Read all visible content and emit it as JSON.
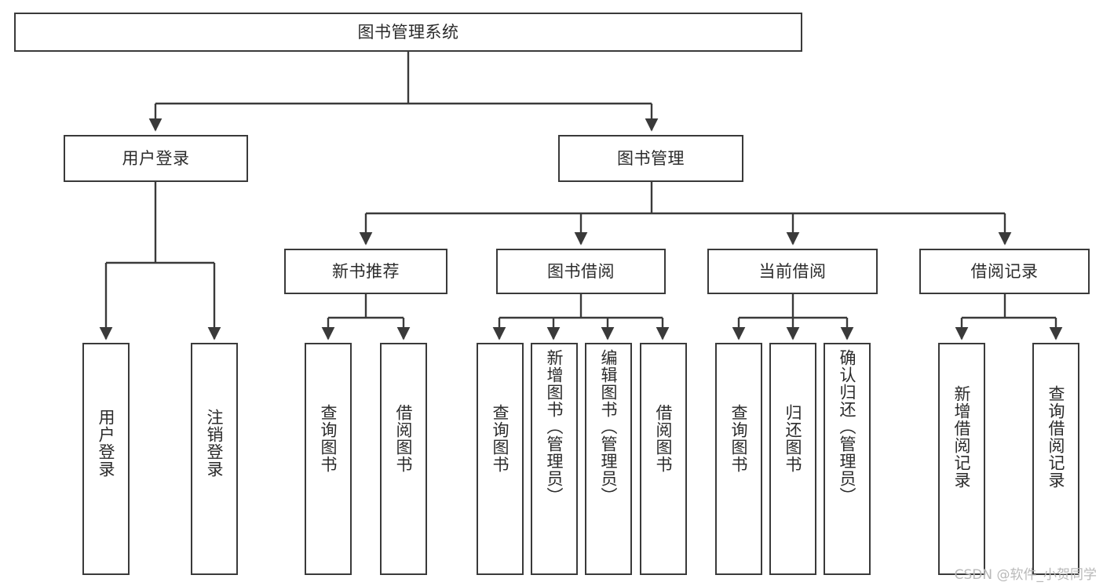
{
  "diagram": {
    "title": "图书管理系统",
    "type": "tree",
    "orientation": "top-down",
    "line_color": "#3a3a3a",
    "box_fill": "#ffffff",
    "text_color": "#2b2b2b"
  },
  "nodes": {
    "root": {
      "label": "图书管理系统",
      "level": 1
    },
    "level2": [
      {
        "id": "user-login",
        "label": "用户登录"
      },
      {
        "id": "book-manage",
        "label": "图书管理"
      }
    ],
    "level3": [
      {
        "id": "new-book-rec",
        "label": "新书推荐",
        "parent": "book-manage"
      },
      {
        "id": "book-borrow",
        "label": "图书借阅",
        "parent": "book-manage"
      },
      {
        "id": "current-borrow",
        "label": "当前借阅",
        "parent": "book-manage"
      },
      {
        "id": "borrow-record",
        "label": "借阅记录",
        "parent": "book-manage"
      }
    ],
    "leaves": {
      "user_login": [
        {
          "id": "leaf-user-login",
          "label": "用户登录"
        },
        {
          "id": "leaf-logout",
          "label": "注销登录"
        }
      ],
      "new_book_rec": [
        {
          "id": "leaf-query-book-1",
          "label": "查询图书"
        },
        {
          "id": "leaf-borrow-book-1",
          "label": "借阅图书"
        }
      ],
      "book_borrow": [
        {
          "id": "leaf-query-book-2",
          "label": "查询图书"
        },
        {
          "id": "leaf-add-book",
          "label": "新增图书（管理员）"
        },
        {
          "id": "leaf-edit-book",
          "label": "编辑图书（管理员）"
        },
        {
          "id": "leaf-borrow-book-2",
          "label": "借阅图书"
        }
      ],
      "current_borrow": [
        {
          "id": "leaf-query-book-3",
          "label": "查询图书"
        },
        {
          "id": "leaf-return-book",
          "label": "归还图书"
        },
        {
          "id": "leaf-confirm-return",
          "label": "确认归还（管理员）"
        }
      ],
      "borrow_record": [
        {
          "id": "leaf-add-record",
          "label": "新增借阅记录"
        },
        {
          "id": "leaf-query-record",
          "label": "查询借阅记录"
        }
      ]
    }
  },
  "watermark": {
    "text": "CSDN @软件_小贺同学"
  }
}
